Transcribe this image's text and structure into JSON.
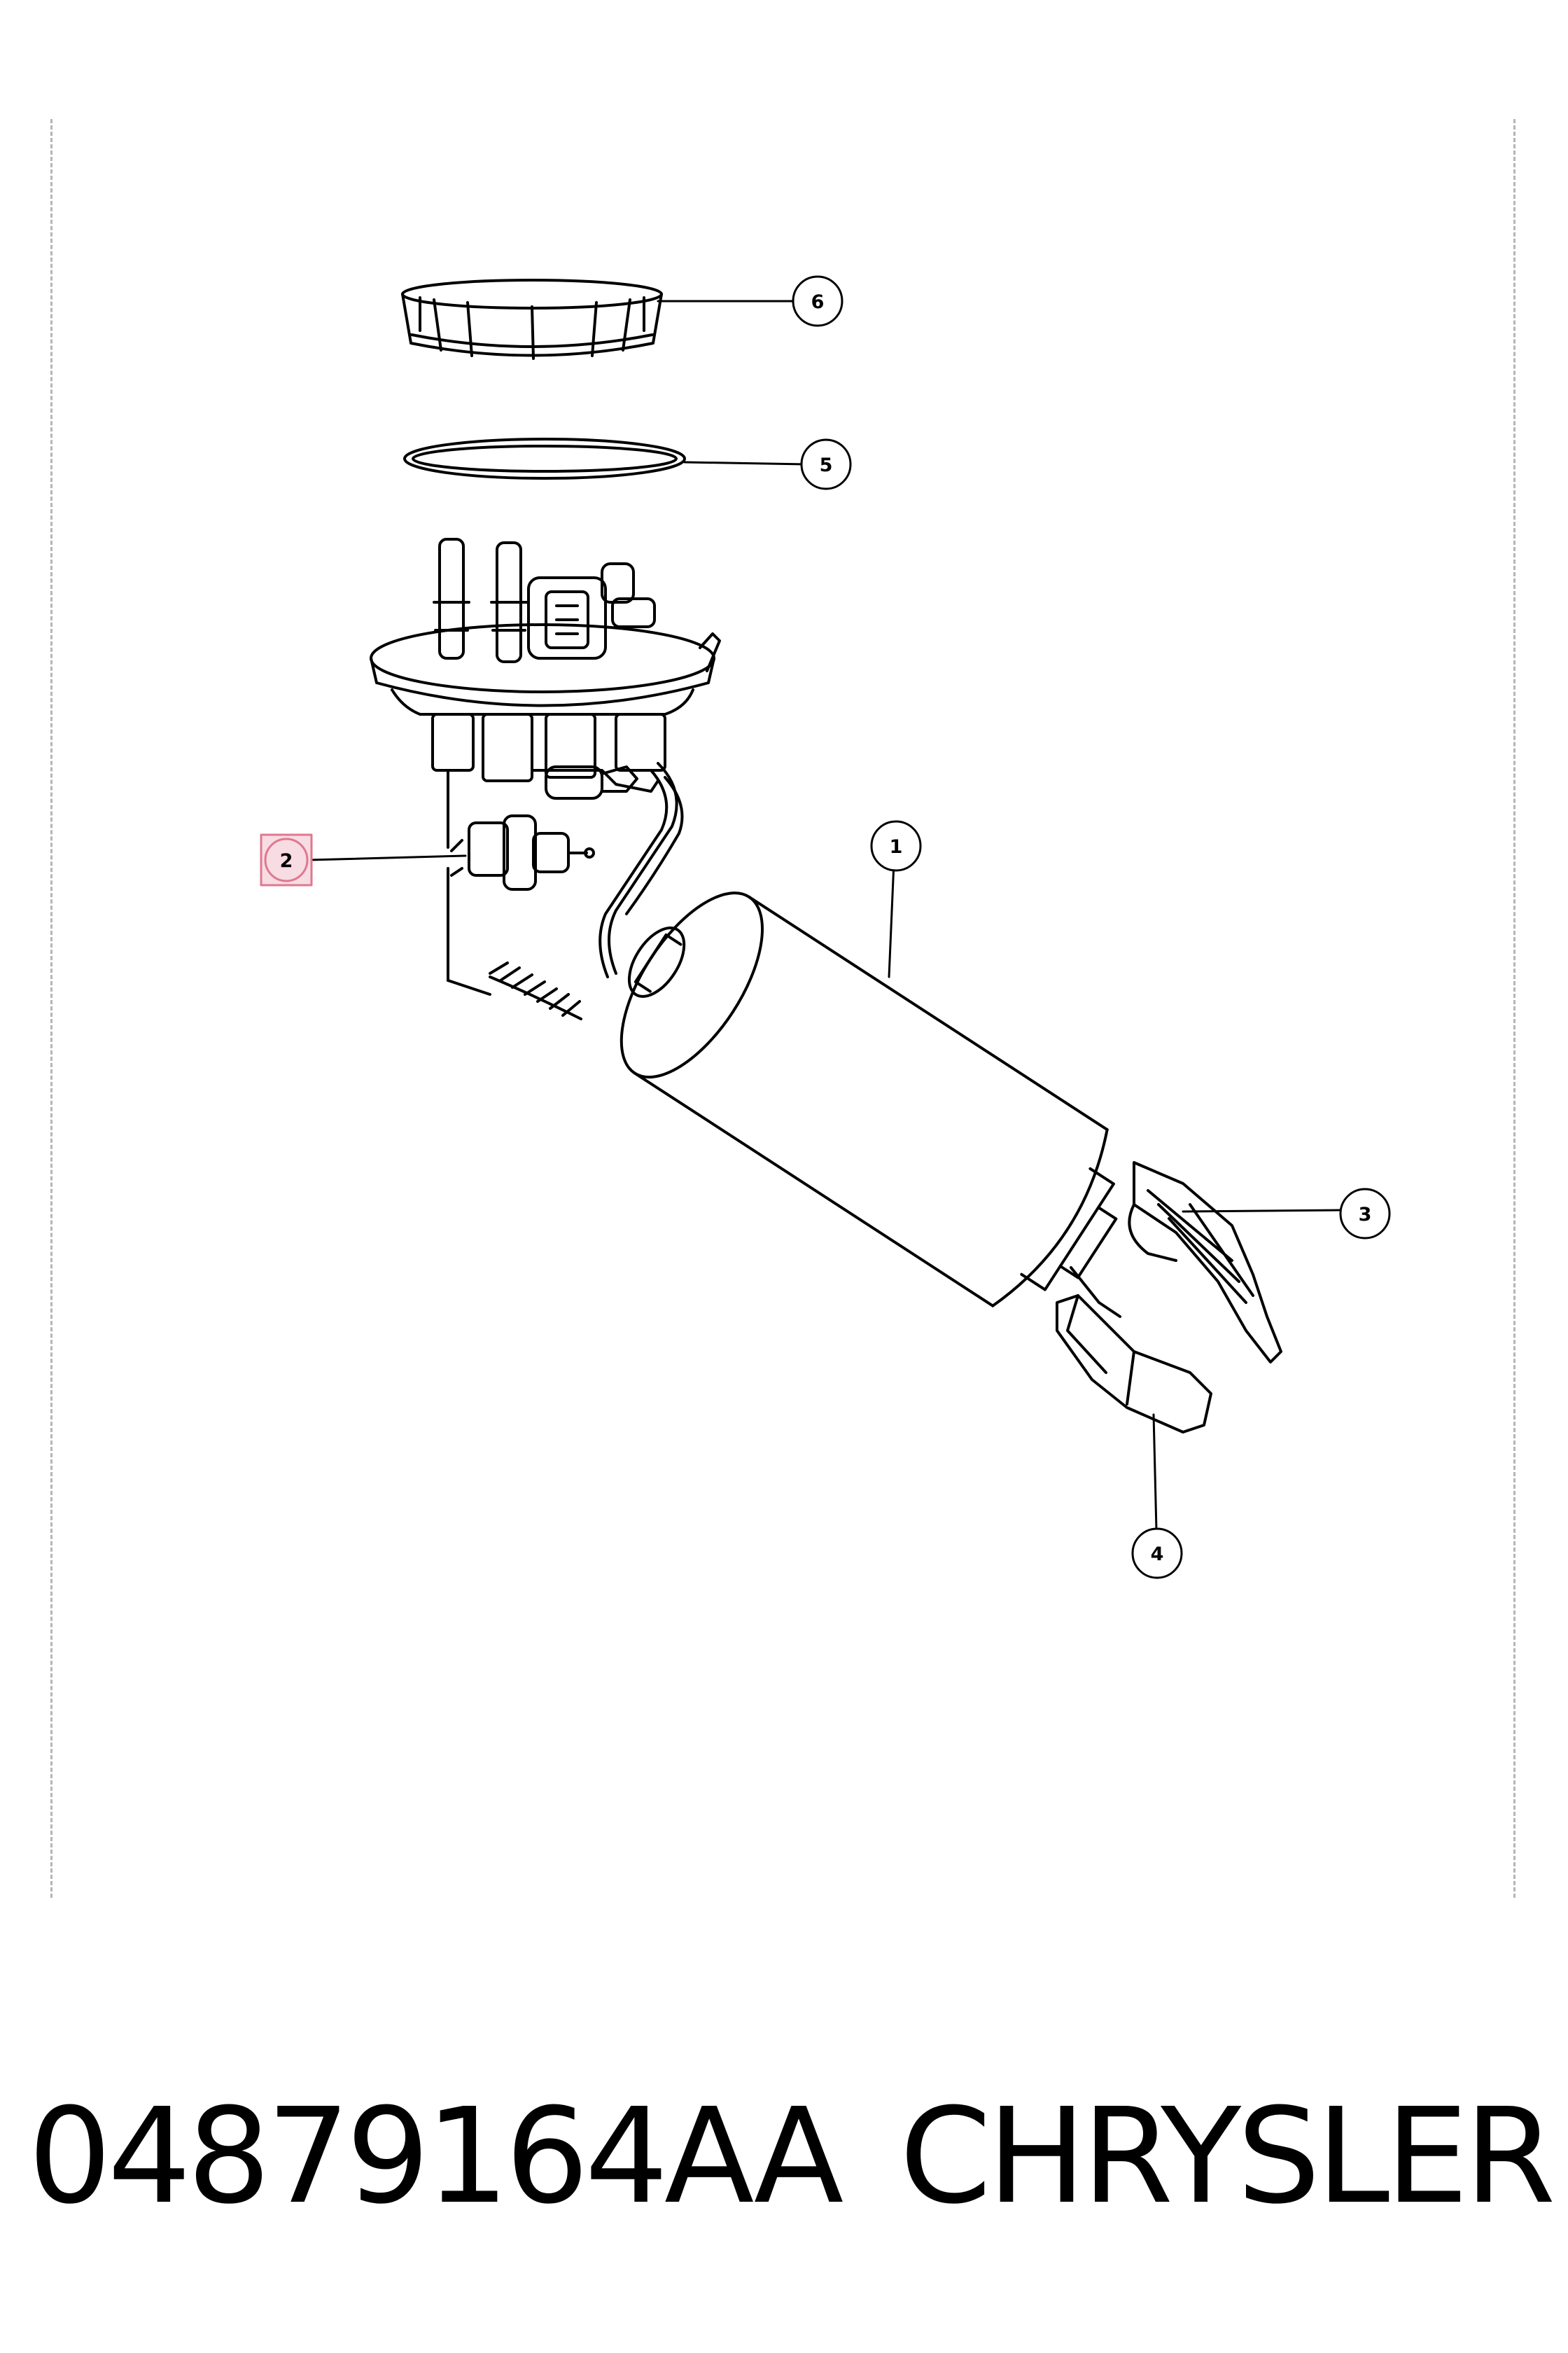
{
  "callouts": [
    {
      "id": "1",
      "label": "1"
    },
    {
      "id": "2",
      "label": "2"
    },
    {
      "id": "3",
      "label": "3"
    },
    {
      "id": "4",
      "label": "4"
    },
    {
      "id": "5",
      "label": "5"
    },
    {
      "id": "6",
      "label": "6"
    }
  ],
  "highlight_color": "#f7dce3",
  "highlight_border": "#e0788f",
  "caption": {
    "part_number": "04879164AA",
    "manufacturer": "CHRYSLER"
  }
}
